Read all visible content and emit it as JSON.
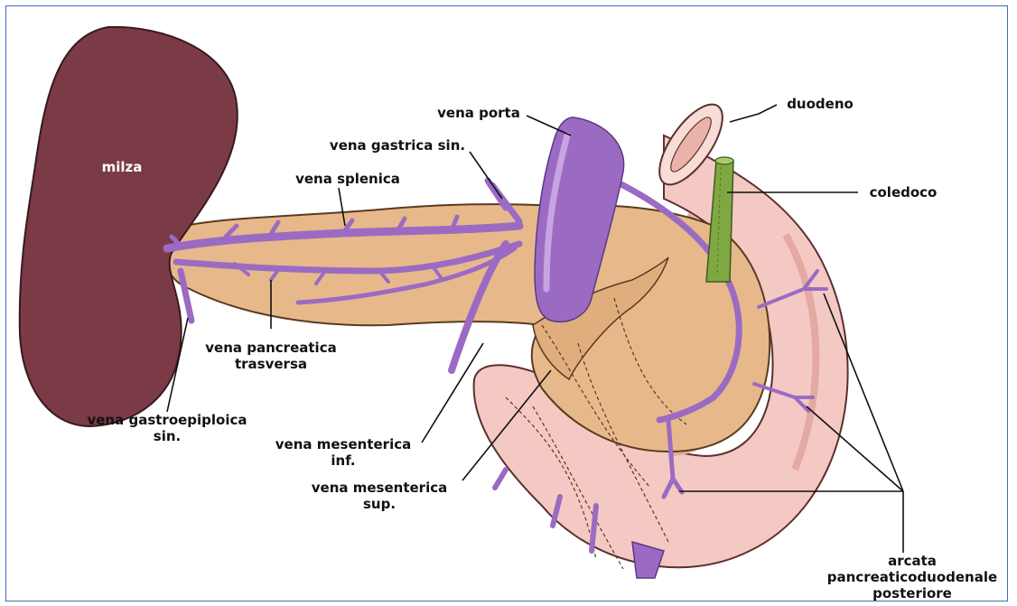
{
  "labels": {
    "milza": "milza",
    "vena_porta": "vena porta",
    "vena_gastrica_sin": "vena gastrica sin.",
    "vena_splenica": "vena splenica",
    "duodeno": "duodeno",
    "coledoco": "coledoco",
    "vena_pancreatica_line1": "vena pancreatica",
    "vena_pancreatica_line2": "trasversa",
    "vena_gastroepiploica_line1": "vena gastroepiploica",
    "vena_gastroepiploica_line2": "sin.",
    "vena_mes_inf_line1": "vena mesenterica",
    "vena_mes_inf_line2": "inf.",
    "vena_mes_sup_line1": "vena mesenterica",
    "vena_mes_sup_line2": "sup.",
    "arcata_line1": "arcata",
    "arcata_line2": "pancreaticoduodenale",
    "arcata_line3": "posteriore"
  },
  "colors": {
    "spleen": "#7a3b47",
    "pancreas": "#e7b98a",
    "duodenum": "#f4c9c3",
    "vein": "#9b6bc4",
    "bile_duct": "#7fa843",
    "frame": "#3b6fb6"
  }
}
